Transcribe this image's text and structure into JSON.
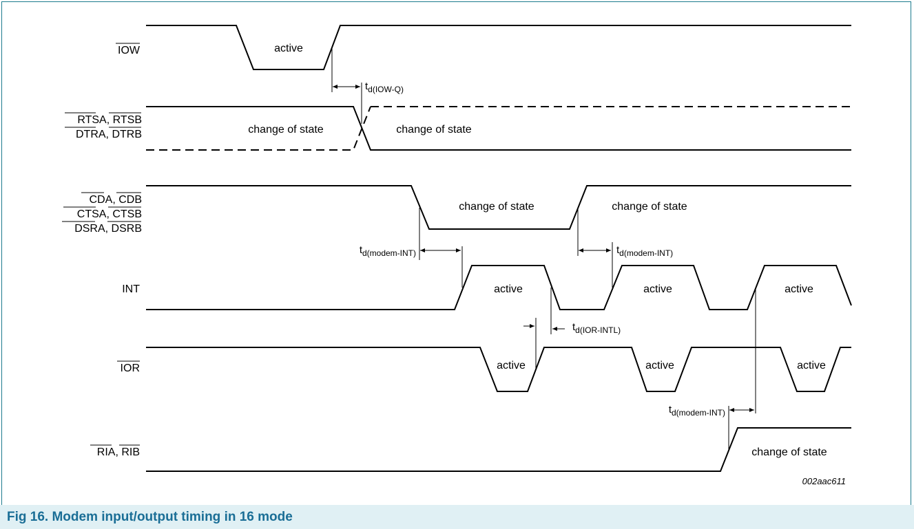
{
  "signals": {
    "iow": "IOW",
    "rtsa": "RTSA",
    "rtsb": "RTSB",
    "dtra": "DTRA",
    "dtrb": "DTRB",
    "cda": "CDA",
    "cdb": "CDB",
    "ctsa": "CTSA",
    "ctsb": "CTSB",
    "dsra": "DSRA",
    "dsrb": "DSRB",
    "int": "INT",
    "ior": "IOR",
    "ria": "RIA",
    "rib": "RIB",
    "sep": ", "
  },
  "labels": {
    "active": "active",
    "change_of_state": "change of state"
  },
  "timings": {
    "t": "t",
    "iow_q": "d(IOW-Q)",
    "modem_int": "d(modem-INT)",
    "ior_intl": "d(IOR-INTL)"
  },
  "figure_id": "002aac611",
  "caption": "Fig 16.   Modem input/output timing in 16 mode"
}
